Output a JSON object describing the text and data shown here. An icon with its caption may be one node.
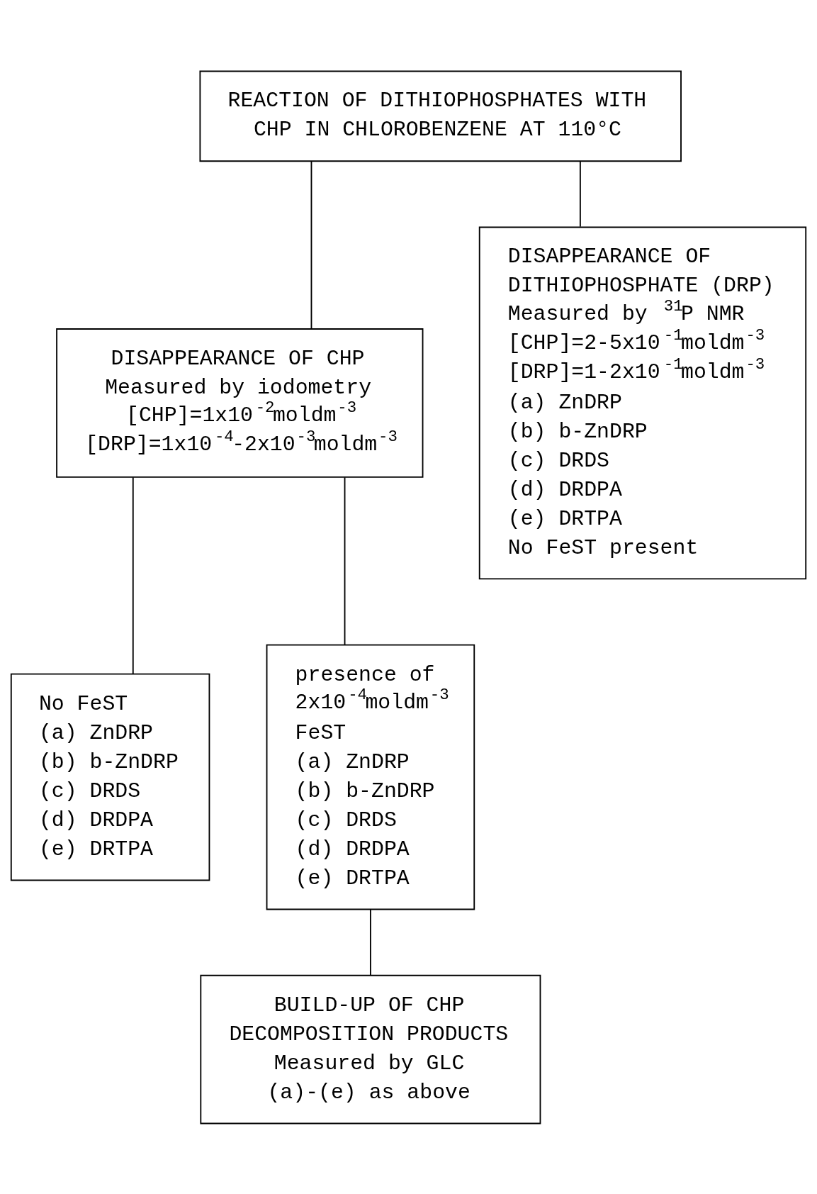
{
  "diagram": {
    "nodes": [
      {
        "text": [
          "REACTION OF DITHIOPHOSPHATES WITH CHP IN CHLOROBENZENE AT 110°C"
        ]
      },
      {
        "text": [
          "DISAPPEARANCE OF CHP",
          "Measured by iodometry",
          "[CHP]=1x10$^{-2}$moldm$^{-3}$",
          "[DRP]=1x10$^{-4}$-2x10$^{-3}$moldm$^{-3}$"
        ]
      },
      {
        "text": [
          "DISAPPEARANCE OF DITHIOPHOSPHATE (DRP)",
          "Measured by $^{31}$P NMR",
          "[CHP]=2-5x10$^{-1}$moldm$^{-3}$",
          "[DRP]=1-2x10$^{-1}$moldm$^{-3}$",
          "(a) ZnDRP",
          "(b) b-ZnDRP",
          "(c) DRDS",
          "(d) DRDPA",
          "(e) DRTPA",
          "No FeST present"
        ]
      },
      {
        "text": [
          "No FeST",
          "(a) ZnDRP",
          "(b) b-ZnDRP",
          "(c) DRDS",
          "(d) DRDPA",
          "(e) DRTPA"
        ]
      },
      {
        "text": [
          "presence of 2x10$^{-4}$moldm$^{-3}$ FeST",
          "(a) ZnDRP",
          "(b) b-ZnDRP",
          "(c) DRDS",
          "(d) DRDPA",
          "(e) DRTPA"
        ]
      },
      {
        "text": [
          "BUILD-UP OF CHP DECOMPOSITION PRODUCTS",
          "Measured by GLC",
          "(a)-(e) as above"
        ]
      }
    ],
    "edges": [
      {
        "from": 0,
        "to": 1,
        "arrow": "none"
      },
      {
        "from": 0,
        "to": 2,
        "arrow": "none"
      },
      {
        "from": 1,
        "to": 3,
        "arrow": "none"
      },
      {
        "from": 1,
        "to": 4,
        "arrow": "none"
      },
      {
        "from": 4,
        "to": 5,
        "arrow": "none"
      }
    ]
  }
}
